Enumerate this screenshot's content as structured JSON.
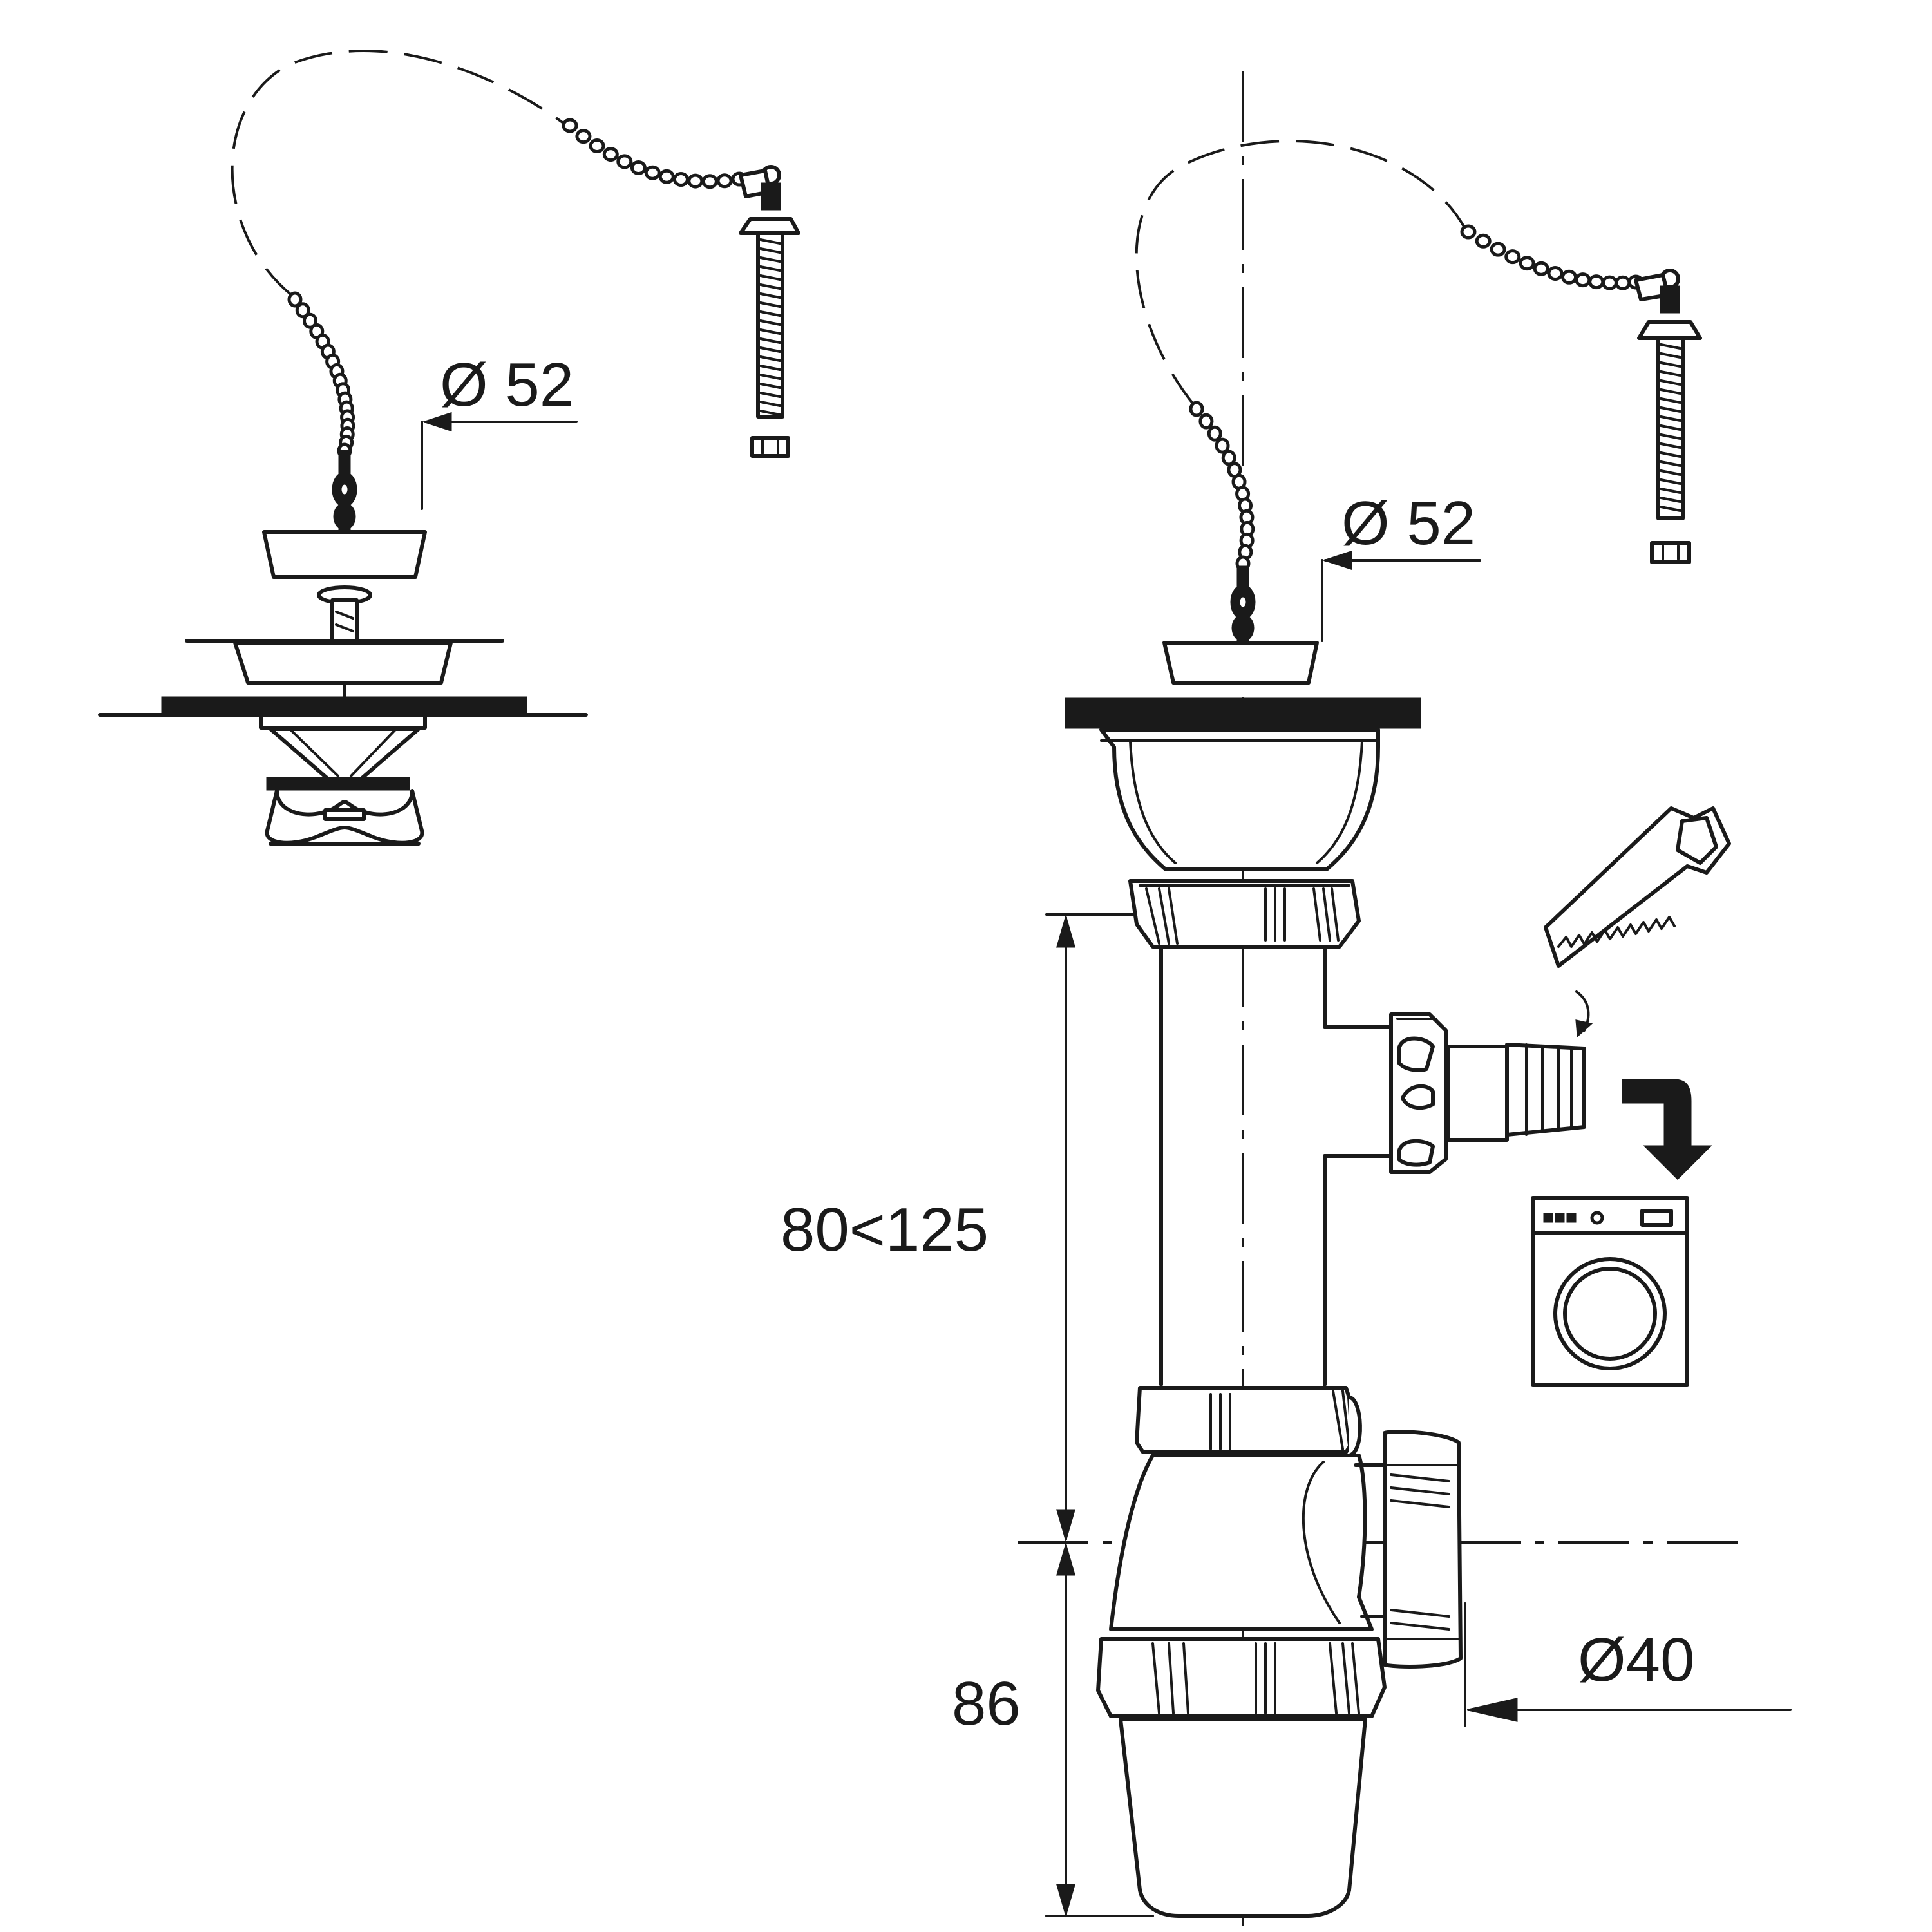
{
  "labels": {
    "left_stopper_diameter": "Ø 52",
    "right_stopper_diameter": "Ø 52",
    "height_range": "80<125",
    "trap_height": "86",
    "outlet_diameter": "Ø40"
  },
  "icons": {
    "saw": "saw-icon",
    "washing_machine": "washing-machine-icon",
    "arrow": "down-arrow-icon"
  }
}
